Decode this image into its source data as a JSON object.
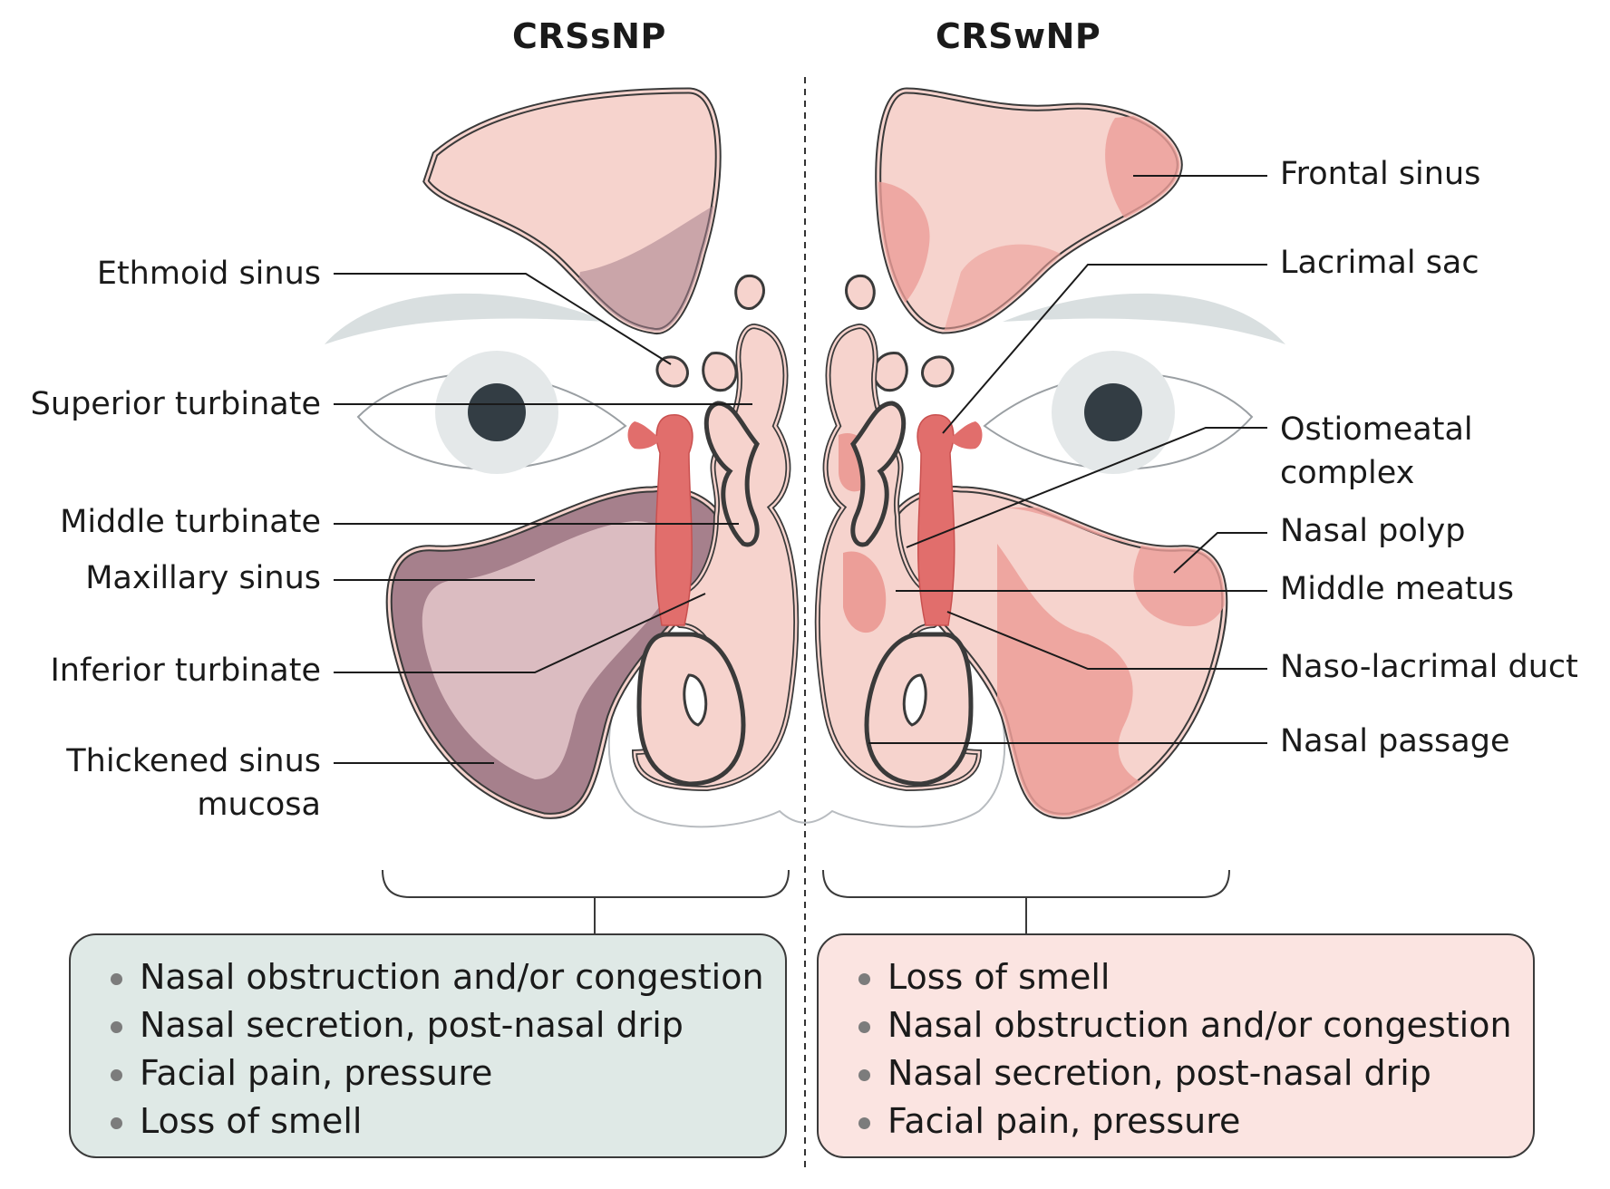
{
  "headings": {
    "left": "CRSsNP",
    "right": "CRSwNP"
  },
  "left_labels": {
    "ethmoid": "Ethmoid sinus",
    "superior": "Superior turbinate",
    "middle": "Middle turbinate",
    "maxillary": "Maxillary sinus",
    "inferior": "Inferior turbinate",
    "thickened": "Thickened sinus\nmucosa"
  },
  "right_labels": {
    "frontal": "Frontal sinus",
    "lacrimal": "Lacrimal sac",
    "ostiomeatal": "Ostiomeatal\ncomplex",
    "polyp": "Nasal polyp",
    "meatus": "Middle meatus",
    "duct": "Naso-lacrimal duct",
    "passage": "Nasal passage"
  },
  "symptoms": {
    "crssnp": [
      "Nasal obstruction and/or congestion",
      "Nasal secretion, post-nasal drip",
      "Facial pain, pressure",
      "Loss of smell"
    ],
    "crswnp": [
      "Loss of smell",
      "Nasal obstruction and/or congestion",
      "Nasal secretion, post-nasal drip",
      "Facial pain, pressure"
    ]
  },
  "colors": {
    "sinus_fill": "#f6d3cd",
    "thickened_mucosa": "#a6808c",
    "polyp": "#ec9e98",
    "duct": "#e16e6c",
    "brow": "#d9dfe0",
    "pupil": "#333d44",
    "box_left": "#dfe9e6",
    "box_right": "#fbe4e1"
  }
}
